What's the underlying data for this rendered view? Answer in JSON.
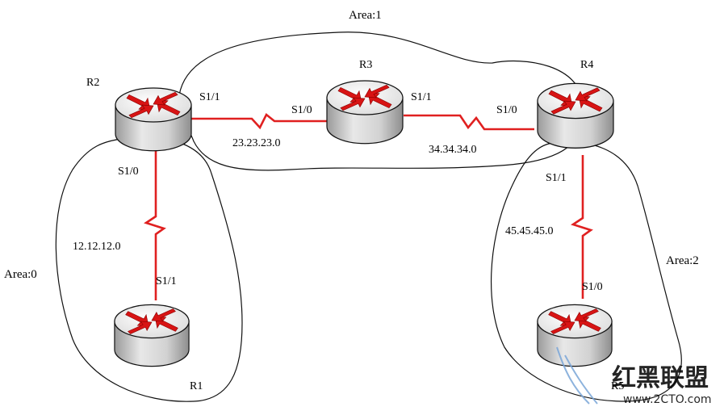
{
  "areas": {
    "area0": "Area:0",
    "area1": "Area:1",
    "area2": "Area:2"
  },
  "routers": {
    "r1": "R1",
    "r2": "R2",
    "r3": "R3",
    "r4": "R4",
    "r5": "R5"
  },
  "links": {
    "r2_r3": {
      "network": "23.23.23.0",
      "r2_if": "S1/1",
      "r3_if": "S1/0"
    },
    "r3_r4": {
      "network": "34.34.34.0",
      "r3_if": "S1/1",
      "r4_if": "S1/0"
    },
    "r2_r1": {
      "network": "12.12.12.0",
      "r2_if": "S1/0",
      "r1_if": "S1/1"
    },
    "r4_r5": {
      "network": "45.45.45.0",
      "r4_if": "S1/1",
      "r5_if": "S1/0"
    }
  },
  "watermark": {
    "brand": "红黑联盟",
    "url": "www.2CTO.com"
  },
  "colors": {
    "link": "#e02020",
    "arrow": "#d81414",
    "router_top": "#f4f4f4",
    "router_side": "#c8c8c8",
    "outline": "#111111"
  }
}
